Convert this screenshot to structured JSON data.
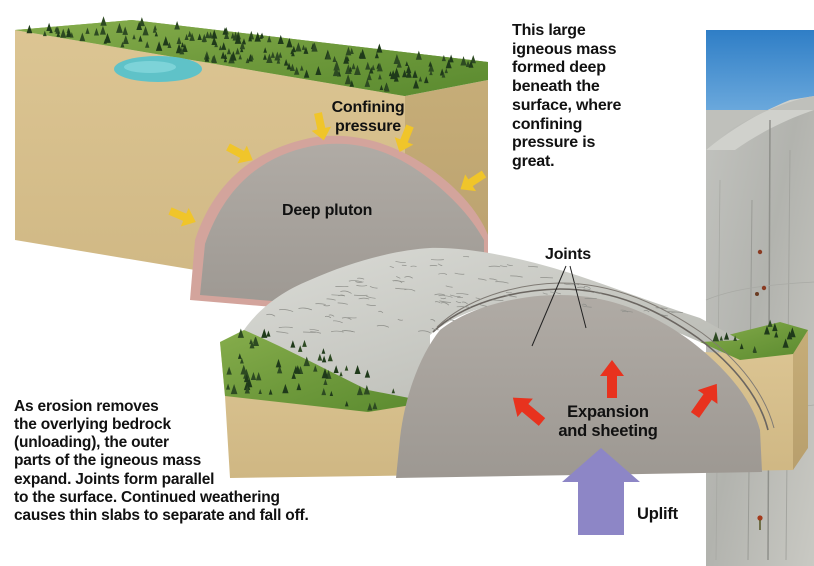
{
  "labels": {
    "confining_pressure_lines": [
      "Confining",
      "pressure"
    ],
    "deep_pluton": "Deep pluton",
    "joints": "Joints",
    "expansion_lines": [
      "Expansion",
      "and sheeting"
    ],
    "uplift": "Uplift"
  },
  "captions": {
    "top_right_lines": [
      "This large",
      "igneous mass",
      "formed deep",
      "beneath the",
      "surface, where",
      "confining",
      "pressure is",
      "great."
    ],
    "bottom_left_lines": [
      "As erosion removes",
      "the overlying bedrock",
      "(unloading), the outer",
      "parts of the igneous mass",
      "expand. Joints form parallel",
      "to the surface. Continued weathering",
      "causes thin slabs to separate and fall off."
    ]
  },
  "icons": {
    "pressure_arrow": "pressure-arrow-icon",
    "expansion_arrow": "expansion-arrow-icon",
    "uplift_arrow": "uplift-arrow-icon"
  },
  "colors": {
    "pressure_arrow": "#f0c52a",
    "expansion_arrow": "#e8321e",
    "uplift_arrow": "#8d86c6",
    "pluton": "#a6a19b",
    "soil": "#d8c091",
    "grass": "#6f9a3c",
    "lake": "#5fc2c8",
    "granite": "#c9cac4",
    "sky": "#3c87c9"
  }
}
